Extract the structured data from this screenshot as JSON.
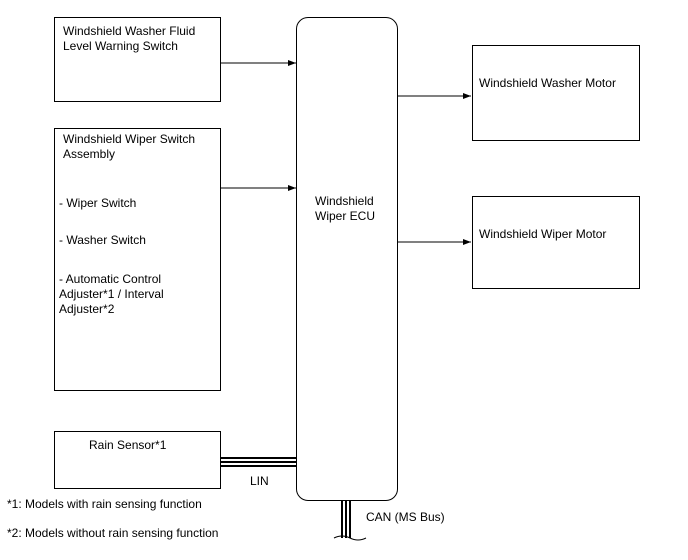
{
  "inputs": {
    "washer_fluid_switch": "Windshield Washer Fluid\nLevel Warning Switch",
    "wiper_switch_assembly": {
      "title": "Windshield Wiper Switch\nAssembly",
      "items": [
        " - Wiper Switch",
        " - Washer Switch",
        " - Automatic Control\nAdjuster*1 / Interval\nAdjuster*2"
      ]
    },
    "rain_sensor": "Rain Sensor*1"
  },
  "ecu": {
    "label": "Windshield\nWiper ECU"
  },
  "outputs": {
    "washer_motor": "Windshield Washer Motor",
    "wiper_motor": "Windshield Wiper Motor"
  },
  "bus": {
    "lin": "LIN",
    "can": "CAN (MS Bus)"
  },
  "footnotes": [
    "*1: Models with rain sensing function",
    "*2: Models without rain sensing function"
  ]
}
